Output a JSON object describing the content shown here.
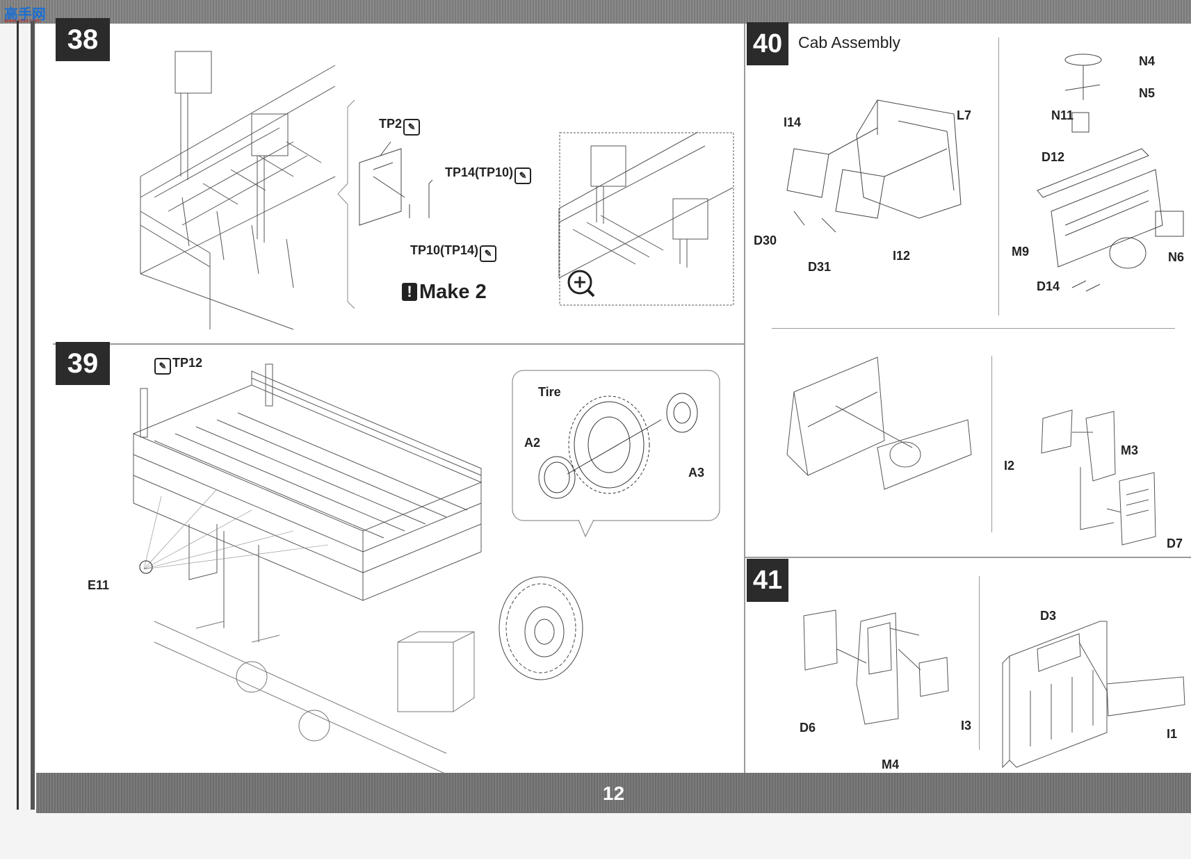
{
  "watermark": {
    "main": "高手网",
    "sub": "www.xxxx.com"
  },
  "page_number": "12",
  "steps": [
    {
      "number": "38"
    },
    {
      "number": "39"
    },
    {
      "number": "40",
      "title": "Cab Assembly"
    },
    {
      "number": "41"
    }
  ],
  "step38": {
    "labels": {
      "tp2": "TP2",
      "tp14": "TP14(TP10)",
      "tp10": "TP10(TP14)"
    },
    "make_text": "Make 2",
    "icons": {
      "excl": "!",
      "glue": "glue-icon",
      "zoom": "zoom-icon"
    }
  },
  "step39": {
    "labels": {
      "tp12": "TP12",
      "e11": "E11",
      "tire": "Tire",
      "a2": "A2",
      "a3": "A3"
    }
  },
  "step40": {
    "labels": {
      "i14": "I14",
      "l7": "L7",
      "d30": "D30",
      "d31": "D31",
      "i12": "I12",
      "n4": "N4",
      "n5": "N5",
      "n11": "N11",
      "d12": "D12",
      "m9": "M9",
      "n6": "N6",
      "d14": "D14",
      "i2": "I2",
      "m3": "M3",
      "d7": "D7"
    }
  },
  "step41": {
    "labels": {
      "d6": "D6",
      "i3": "I3",
      "m4": "M4",
      "d3": "D3",
      "i1": "I1"
    }
  },
  "colors": {
    "ink": "#222222",
    "step_box": "#2b2b2b",
    "bar": "#7a7a7a"
  }
}
